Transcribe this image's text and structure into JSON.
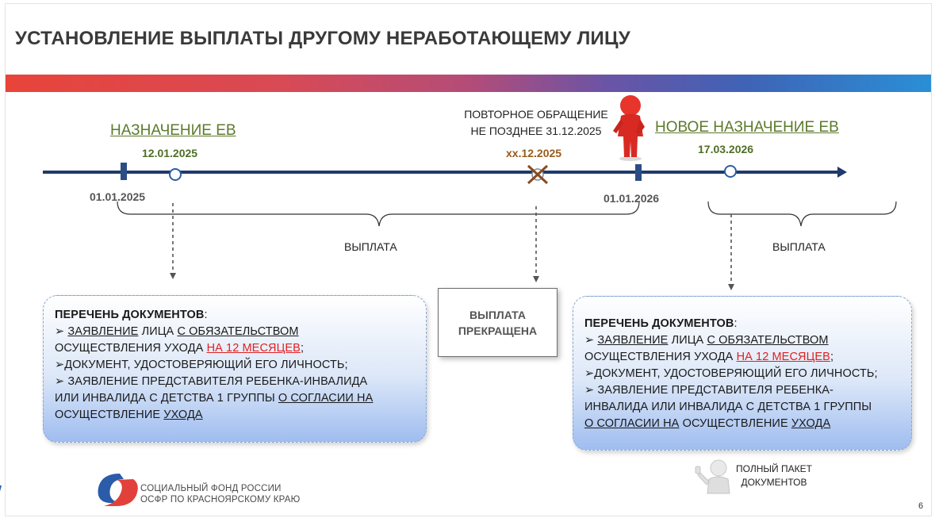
{
  "title": "УСТАНОВЛЕНИЕ ВЫПЛАТЫ ДРУГОМУ НЕРАБОТАЮЩЕМУ ЛИЦУ",
  "timeline": {
    "first": {
      "heading": "НАЗНАЧЕНИЕ ЕВ",
      "date": "12.01.2025",
      "start_date": "01.01.2025"
    },
    "repeat": {
      "heading_line1": "ПОВТОРНОЕ ОБРАЩЕНИЕ",
      "heading_line2": "НЕ ПОЗДНЕЕ 31.12.2025",
      "date": "хх.12.2025"
    },
    "year_end": "01.01.2026",
    "second": {
      "heading": "НОВОЕ НАЗНАЧЕНИЕ ЕВ",
      "date": "17.03.2026"
    },
    "payment_label_1": "ВЫПЛАТА",
    "payment_label_2": "ВЫПЛАТА"
  },
  "stop_box": {
    "line1": "ВЫПЛАТА",
    "line2": "ПРЕКРАЩЕНА"
  },
  "docs_left": {
    "head": "ПЕРЕЧЕНЬ ДОКУМЕНТОВ",
    "colon": ":",
    "l1_a": "➢ ",
    "l1_b": "ЗАЯВЛЕНИЕ",
    "l1_c": " ЛИЦА ",
    "l1_d": "С ОБЯЗАТЕЛЬСТВОМ",
    "l2_a": "ОСУЩЕСТВЛЕНИЯ УХОДА ",
    "l2_b": "НА 12 МЕСЯЦЕВ",
    "l2_c": ";",
    "l3": "➢ДОКУМЕНТ, УДОСТОВЕРЯЮЩИЙ ЕГО ЛИЧНОСТЬ;",
    "l4": "➢  ЗАЯВЛЕНИЕ ПРЕДСТАВИТЕЛЯ РЕБЕНКА-ИНВАЛИДА",
    "l5_a": "ИЛИ ИНВАЛИДА С ДЕТСТВА 1 ГРУППЫ ",
    "l5_b": "О СОГЛАСИИ НА",
    "l6_a": "ОСУЩЕСТВЛЕНИЕ ",
    "l6_b": "УХОДА"
  },
  "docs_right": {
    "head": "ПЕРЕЧЕНЬ ДОКУМЕНТОВ",
    "colon": ":",
    "l1_a": "➢ ",
    "l1_b": "ЗАЯВЛЕНИЕ",
    "l1_c": " ЛИЦА ",
    "l1_d": "С ОБЯЗАТЕЛЬСТВОМ",
    "l2_a": "ОСУЩЕСТВЛЕНИЯ УХОДА ",
    "l2_b": "НА 12 МЕСЯЦЕВ",
    "l2_c": ";",
    "l3": "➢ДОКУМЕНТ, УДОСТОВЕРЯЮЩИЙ ЕГО ЛИЧНОСТЬ;",
    "l4": "➢  ЗАЯВЛЕНИЕ ПРЕДСТАВИТЕЛЯ РЕБЕНКА-",
    "l5": "ИНВАЛИДА ИЛИ ИНВАЛИДА С ДЕТСТВА 1 ГРУППЫ",
    "l6_a": "О СОГЛАСИИ НА",
    "l6_b": " ОСУЩЕСТВЛЕНИЕ ",
    "l6_c": "УХОДА"
  },
  "footer": {
    "org_line1": "СОЦИАЛЬНЫЙ ФОНД РОССИИ",
    "org_line2": "ОСФР ПО КРАСНОЯРСКОМУ КРАЮ",
    "package_line1": "ПОЛНЫЙ ПАКЕТ",
    "package_line2": "ДОКУМЕНТОВ",
    "page_number": "6"
  },
  "colors": {
    "green_heading": "#5c7a2c",
    "timeline_navy": "#1f3a6b",
    "cross_brown": "#8a4a1e",
    "red_text": "#e02020",
    "logo_blue": "#2a5caa",
    "logo_red": "#e2403a"
  },
  "icons": [
    "logo-icon",
    "red-figure-icon",
    "thinking-figure-icon",
    "cross-icon"
  ]
}
